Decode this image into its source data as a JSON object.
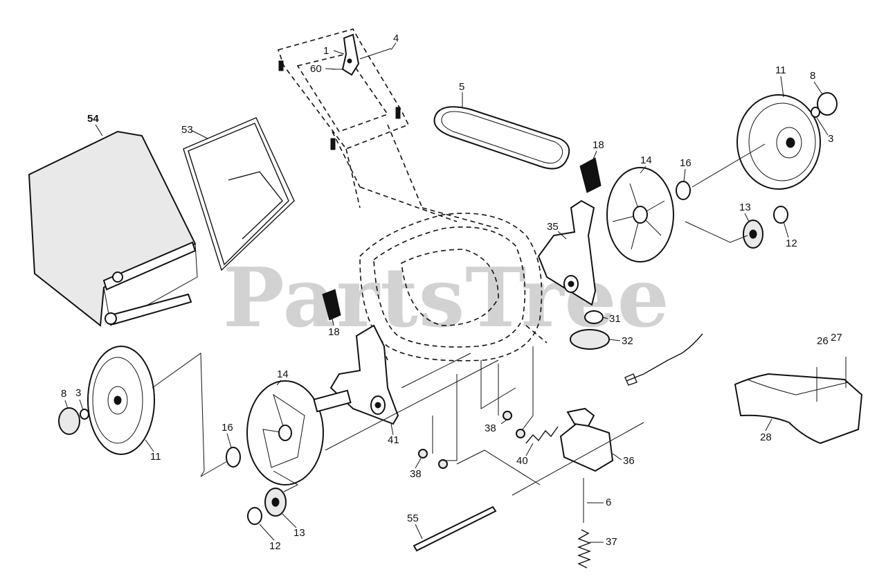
{
  "watermark": {
    "text": "PartsTree",
    "trademark": "™"
  },
  "callouts": [
    {
      "id": "c1",
      "text": "1"
    },
    {
      "id": "c60",
      "text": "60"
    },
    {
      "id": "c4",
      "text": "4"
    },
    {
      "id": "c5",
      "text": "5"
    },
    {
      "id": "c54",
      "text": "54"
    },
    {
      "id": "c53",
      "text": "53"
    },
    {
      "id": "c11a",
      "text": "11"
    },
    {
      "id": "c8a",
      "text": "8"
    },
    {
      "id": "c3a",
      "text": "3"
    },
    {
      "id": "c18a",
      "text": "18"
    },
    {
      "id": "c14a",
      "text": "14"
    },
    {
      "id": "c16a",
      "text": "16"
    },
    {
      "id": "c13a",
      "text": "13"
    },
    {
      "id": "c12a",
      "text": "12"
    },
    {
      "id": "c35",
      "text": "35"
    },
    {
      "id": "c18b",
      "text": "18"
    },
    {
      "id": "c31",
      "text": "31"
    },
    {
      "id": "c32",
      "text": "32"
    },
    {
      "id": "c26",
      "text": "26"
    },
    {
      "id": "c27",
      "text": "27"
    },
    {
      "id": "c28",
      "text": "28"
    },
    {
      "id": "c8b",
      "text": "8"
    },
    {
      "id": "c3b",
      "text": "3"
    },
    {
      "id": "c11b",
      "text": "11"
    },
    {
      "id": "c14b",
      "text": "14"
    },
    {
      "id": "c16b",
      "text": "16"
    },
    {
      "id": "c41",
      "text": "41"
    },
    {
      "id": "c38a",
      "text": "38"
    },
    {
      "id": "c38b",
      "text": "38"
    },
    {
      "id": "c40",
      "text": "40"
    },
    {
      "id": "c36",
      "text": "36"
    },
    {
      "id": "c6",
      "text": "6"
    },
    {
      "id": "c37",
      "text": "37"
    },
    {
      "id": "c55",
      "text": "55"
    },
    {
      "id": "c13b",
      "text": "13"
    },
    {
      "id": "c12b",
      "text": "12"
    }
  ]
}
